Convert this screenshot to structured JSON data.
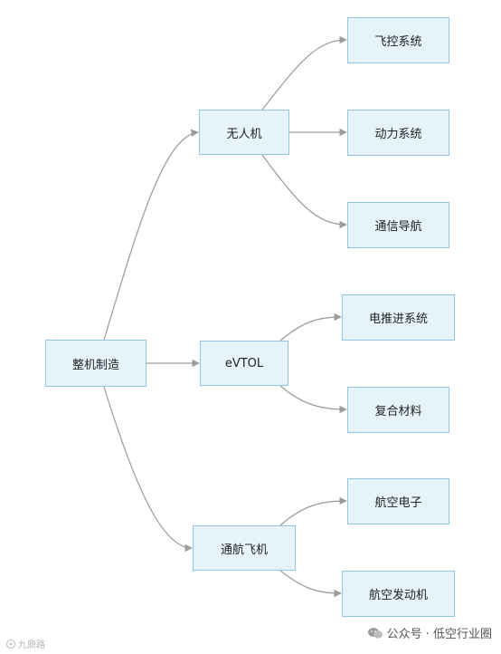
{
  "diagram": {
    "nodes": {
      "root": "整机制造",
      "uav": "无人机",
      "evtol": "eVTOL",
      "general_aviation": "通航飞机",
      "flight_control": "飞控系统",
      "power_system": "动力系统",
      "comm_nav": "通信导航",
      "electric_propulsion": "电推进系统",
      "composites": "复合材料",
      "avionics": "航空电子",
      "aero_engine": "航空发动机"
    },
    "edges": [
      [
        "root",
        "uav"
      ],
      [
        "root",
        "evtol"
      ],
      [
        "root",
        "general_aviation"
      ],
      [
        "uav",
        "flight_control"
      ],
      [
        "uav",
        "power_system"
      ],
      [
        "uav",
        "comm_nav"
      ],
      [
        "evtol",
        "electric_propulsion"
      ],
      [
        "evtol",
        "composites"
      ],
      [
        "general_aviation",
        "avionics"
      ],
      [
        "general_aviation",
        "aero_engine"
      ]
    ],
    "edge_color": "#9a9a9a",
    "node_fill": "#e6f3fb",
    "node_border": "#8ec6e6"
  },
  "footer": {
    "left_text": "九鼎路",
    "right_text": "公众号 · 低空行业圈"
  }
}
